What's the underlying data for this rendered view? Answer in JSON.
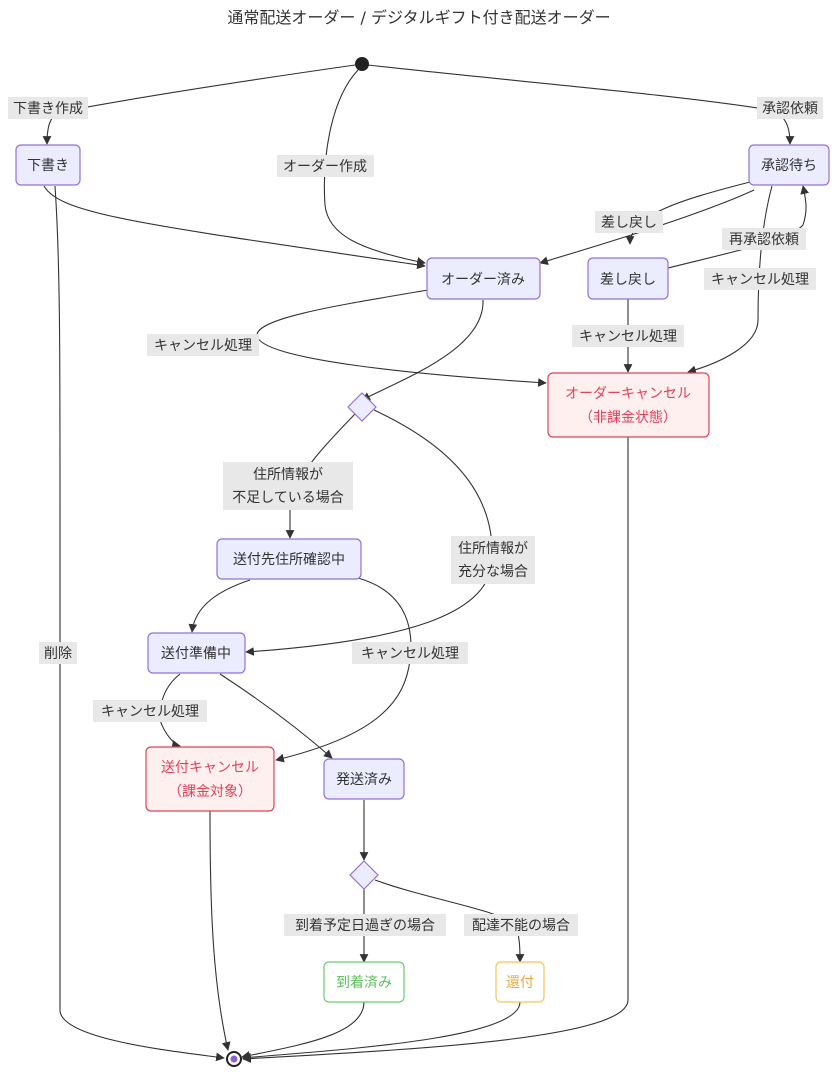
{
  "title": "通常配送オーダー / デジタルギフト付き配送オーダー",
  "nodes": {
    "draft": "下書き",
    "awaiting_approval": "承認待ち",
    "ordered": "オーダー済み",
    "sent_back": "差し戻し",
    "order_cancel_line1": "オーダーキャンセル",
    "order_cancel_line2": "（非課金状態）",
    "address_check": "送付先住所確認中",
    "preparing": "送付準備中",
    "ship_cancel_line1": "送付キャンセル",
    "ship_cancel_line2": "（課金対象）",
    "shipped": "発送済み",
    "arrived": "到着済み",
    "returned": "還付"
  },
  "edges": {
    "draft_create": "下書き作成",
    "order_create": "オーダー作成",
    "approval_request": "承認依頼",
    "send_back": "差し戻し",
    "reapproval_request": "再承認依頼",
    "cancel_from_approval": "キャンセル処理",
    "cancel_from_sent_back": "キャンセル処理",
    "cancel_from_ordered": "キャンセル処理",
    "insufficient_line1": "住所情報が",
    "insufficient_line2": "不足している場合",
    "sufficient_line1": "住所情報が",
    "sufficient_line2": "充分な場合",
    "cancel_from_address": "キャンセル処理",
    "cancel_from_preparing": "キャンセル処理",
    "delete": "削除",
    "past_due": "到着予定日過ぎの場合",
    "undeliverable": "配達不能の場合"
  }
}
